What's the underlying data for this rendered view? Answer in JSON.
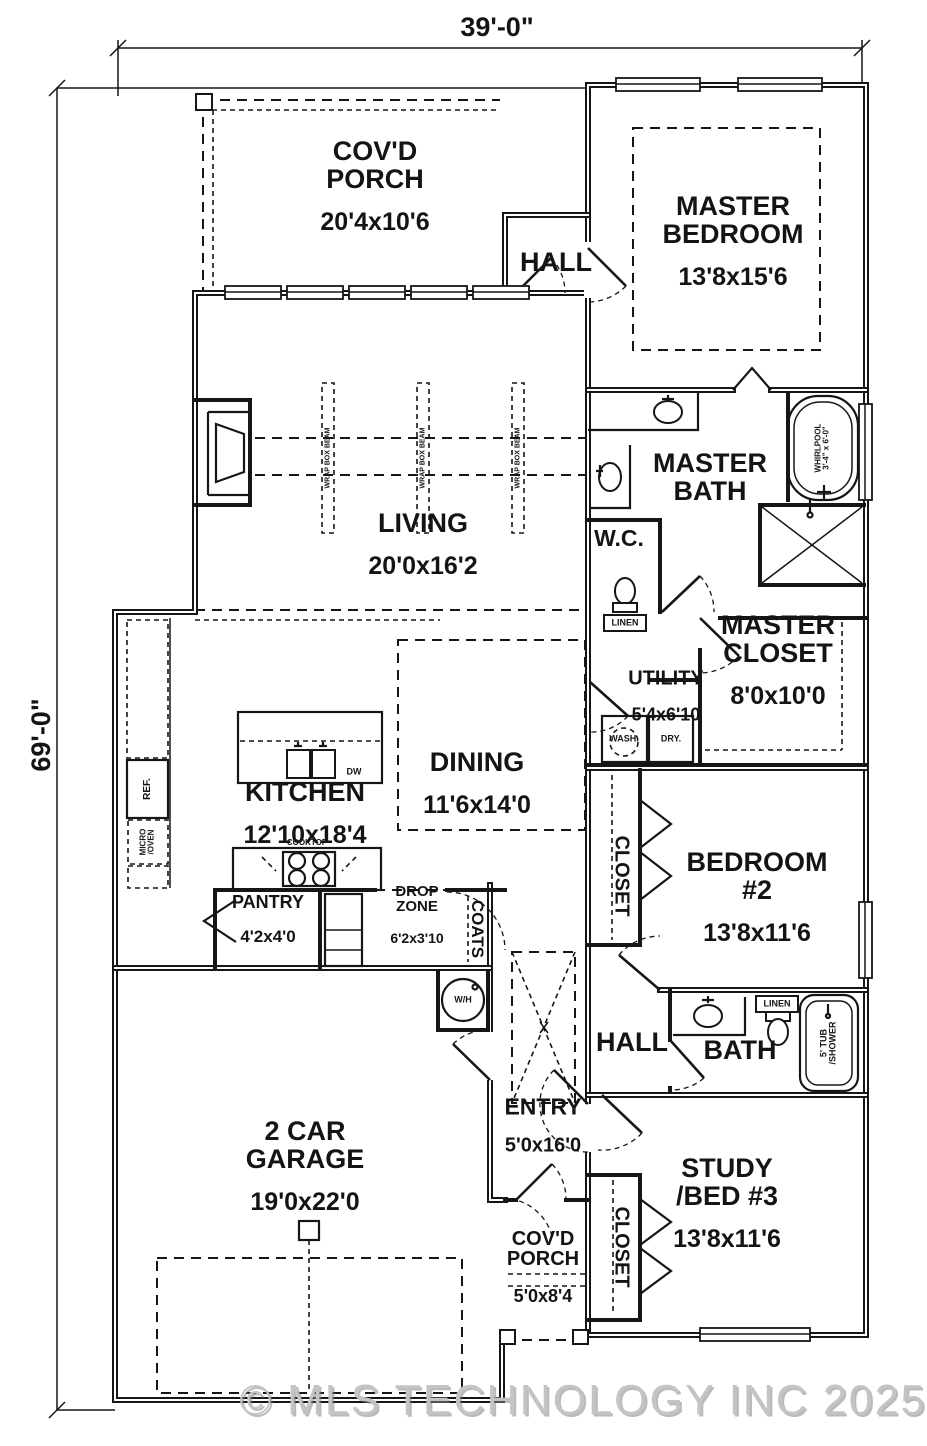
{
  "watermark": "© MLS TECHNOLOGY INC 2025",
  "dimensions": {
    "width": "39'-0\"",
    "height": "69'-0\""
  },
  "rooms": {
    "covd_porch_top": {
      "name": "COV'D\nPORCH",
      "size": "20'4x10'6"
    },
    "master_bedroom": {
      "name": "MASTER\nBEDROOM",
      "size": "13'8x15'6"
    },
    "hall_top": {
      "name": "HALL"
    },
    "living": {
      "name": "LIVING",
      "size": "20'0x16'2"
    },
    "master_bath": {
      "name": "MASTER\nBATH"
    },
    "wc": {
      "name": "W.C."
    },
    "master_closet": {
      "name": "MASTER\nCLOSET",
      "size": "8'0x10'0"
    },
    "utility": {
      "name": "UTILITY",
      "size": "5'4x6'10"
    },
    "kitchen": {
      "name": "KITCHEN",
      "size": "12'10x18'4"
    },
    "dining": {
      "name": "DINING",
      "size": "11'6x14'0"
    },
    "pantry": {
      "name": "PANTRY",
      "size": "4'2x4'0"
    },
    "drop_zone": {
      "name": "DROP\nZONE",
      "size": "6'2x3'10"
    },
    "coats": {
      "name": "COATS"
    },
    "bedroom2": {
      "name": "BEDROOM #2",
      "size": "13'8x11'6"
    },
    "closet_bedroom2": {
      "name": "CLOSET"
    },
    "hall_mid": {
      "name": "HALL"
    },
    "bath": {
      "name": "BATH"
    },
    "entry": {
      "name": "ENTRY",
      "size": "5'0x16'0"
    },
    "garage": {
      "name": "2 CAR\nGARAGE",
      "size": "19'0x22'0"
    },
    "study_bed3": {
      "name": "STUDY\n/BED #3",
      "size": "13'8x11'6"
    },
    "closet_study": {
      "name": "CLOSET"
    },
    "covd_porch_bottom": {
      "name": "COV'D\nPORCH",
      "size": "5'0x8'4"
    }
  },
  "fixtures": {
    "linen_wc": "LINEN",
    "wash": "WASH.",
    "dry": "DRY.",
    "dw": "DW",
    "cooktop": "COOKTOP",
    "ref": "REF.",
    "micro_oven": "MICRO\n/OVEN",
    "wh": "W/H",
    "linen_bath": "LINEN",
    "tub_shower": "5' TUB\n/SHOWER",
    "whirlpool": "WHIRLPOOL\n3'-4\" x 6'-0\"",
    "wrap_box_beam": "WRAP BOX BEAM"
  }
}
